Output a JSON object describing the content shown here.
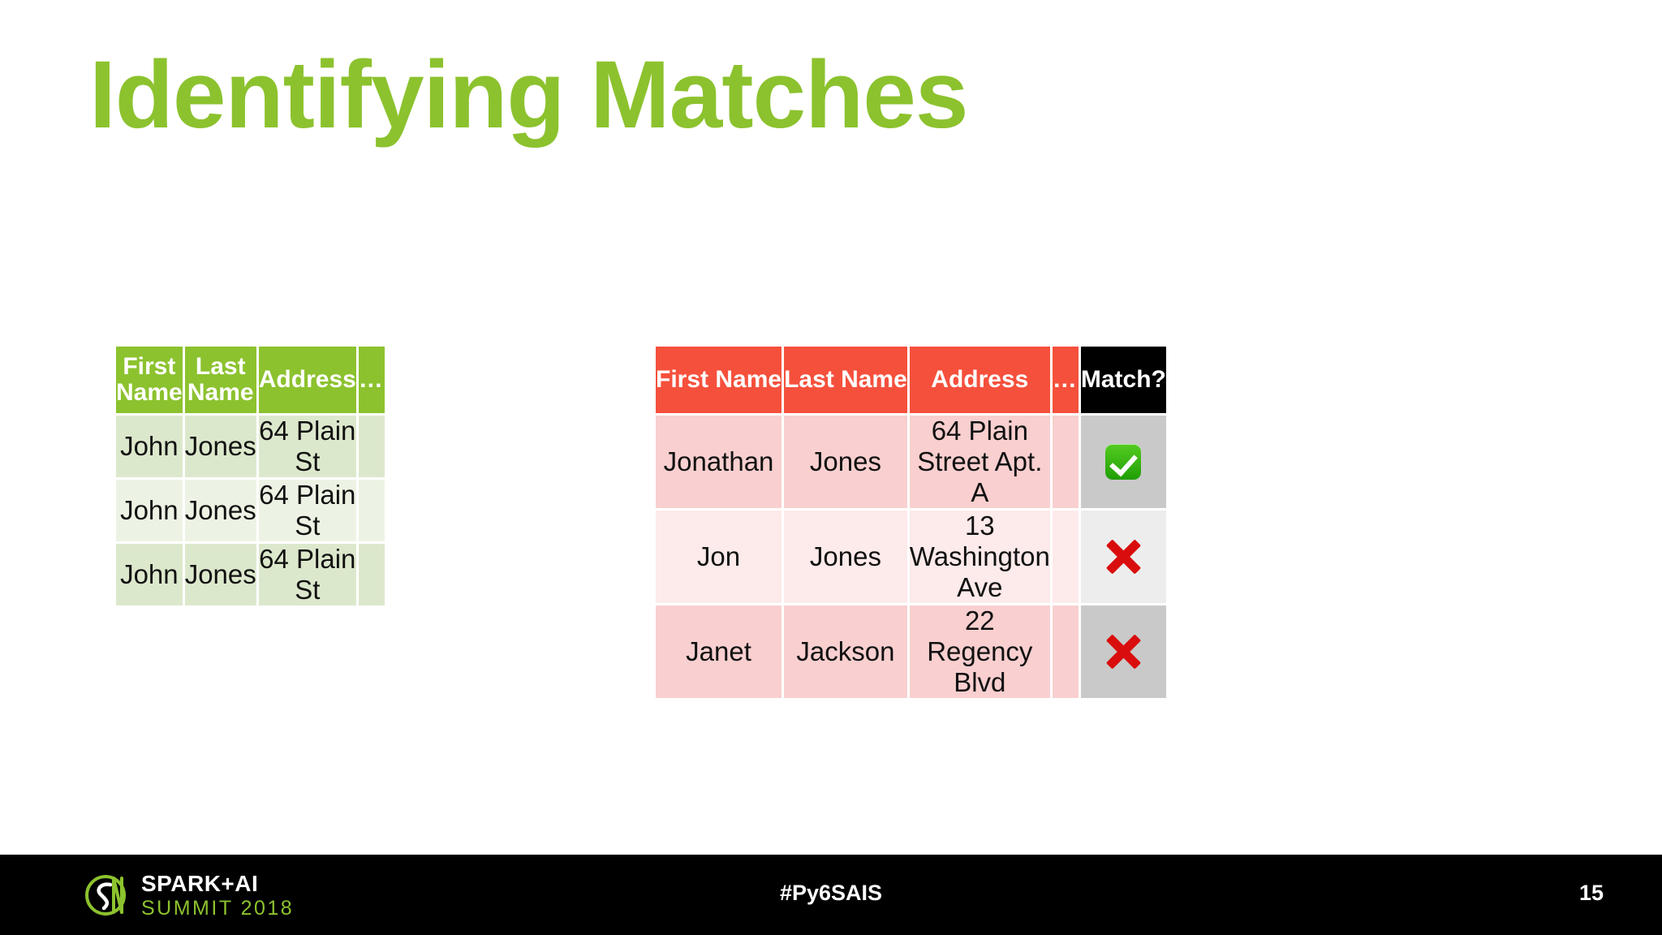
{
  "slide": {
    "title": "Identifying Matches",
    "title_color": "#8CC22E",
    "background": "#FFFFFF"
  },
  "left_table": {
    "name": "source-records-table",
    "header_color": "#8CC22E",
    "row_color_odd": "#DCE8CC",
    "row_color_even": "#EDF3E4",
    "headers": [
      "First Name",
      "Last Name",
      "Address",
      "…"
    ],
    "rows": [
      [
        "John",
        "Jones",
        "64 Plain St",
        ""
      ],
      [
        "John",
        "Jones",
        "64 Plain St",
        ""
      ],
      [
        "John",
        "Jones",
        "64 Plain St",
        ""
      ]
    ]
  },
  "right_table": {
    "name": "candidate-records-table",
    "header_color": "#F5503C",
    "match_header_color": "#000000",
    "row_color_odd": "#F9CFCF",
    "row_color_even": "#FDEAEA",
    "match_cell_odd": "#C9C9C9",
    "match_cell_even": "#EDEDED",
    "headers": [
      "First Name",
      "Last Name",
      "Address",
      "…",
      "Match?"
    ],
    "rows": [
      {
        "first_name": "Jonathan",
        "last_name": "Jones",
        "address": "64 Plain Street Apt. A",
        "more": "",
        "match": "check"
      },
      {
        "first_name": "Jon",
        "last_name": "Jones",
        "address": "13 Washington Ave",
        "more": "",
        "match": "cross"
      },
      {
        "first_name": "Janet",
        "last_name": "Jackson",
        "address": "22 Regency Blvd",
        "more": "",
        "match": "cross"
      }
    ]
  },
  "footer": {
    "logo_top": "SPARK+AI",
    "logo_bottom": "SUMMIT 2018",
    "logo_top_color": "#FFFFFF",
    "logo_bottom_color": "#8CC22E",
    "hashtag": "#Py6SAIS",
    "page_number": "15",
    "background": "#000000"
  }
}
